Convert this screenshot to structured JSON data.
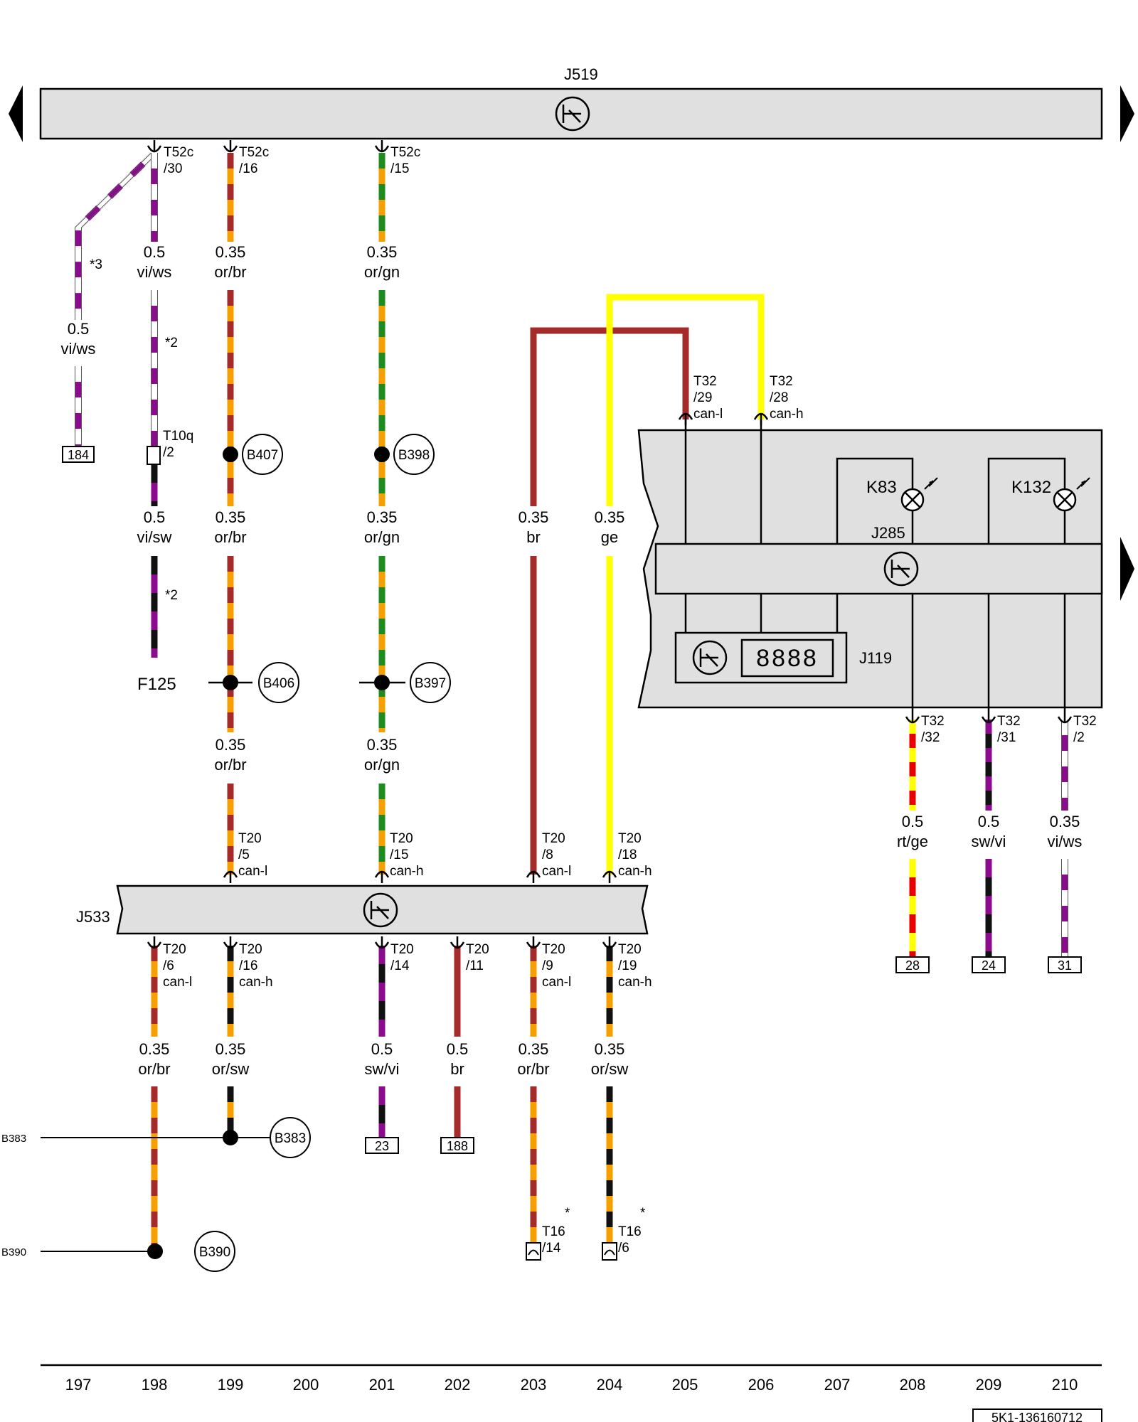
{
  "modules": {
    "j519": "J519",
    "j533": "J533",
    "j285": "J285",
    "j119": "J119",
    "k83": "K83",
    "k132": "K132",
    "f125": "F125",
    "display_digits": "8888"
  },
  "wire_labels": [
    {
      "id": "w197",
      "size": "0.5",
      "color": "vi/ws"
    },
    {
      "id": "w198a",
      "size": "0.5",
      "color": "vi/ws"
    },
    {
      "id": "w199a",
      "size": "0.35",
      "color": "or/br"
    },
    {
      "id": "w201a",
      "size": "0.35",
      "color": "or/gn"
    },
    {
      "id": "w198b",
      "size": "0.5",
      "color": "vi/sw"
    },
    {
      "id": "w199b",
      "size": "0.35",
      "color": "or/br"
    },
    {
      "id": "w201b",
      "size": "0.35",
      "color": "or/gn"
    },
    {
      "id": "w203a",
      "size": "0.35",
      "color": "br"
    },
    {
      "id": "w204a",
      "size": "0.35",
      "color": "ge"
    },
    {
      "id": "w199c",
      "size": "0.35",
      "color": "or/br"
    },
    {
      "id": "w201c",
      "size": "0.35",
      "color": "or/gn"
    },
    {
      "id": "w208",
      "size": "0.5",
      "color": "rt/ge"
    },
    {
      "id": "w209",
      "size": "0.5",
      "color": "sw/vi"
    },
    {
      "id": "w210",
      "size": "0.35",
      "color": "vi/ws"
    },
    {
      "id": "w198d",
      "size": "0.35",
      "color": "or/br"
    },
    {
      "id": "w199d",
      "size": "0.35",
      "color": "or/sw"
    },
    {
      "id": "w201d",
      "size": "0.5",
      "color": "sw/vi"
    },
    {
      "id": "w202d",
      "size": "0.5",
      "color": "br"
    },
    {
      "id": "w203d",
      "size": "0.35",
      "color": "or/br"
    },
    {
      "id": "w204d",
      "size": "0.35",
      "color": "or/sw"
    }
  ],
  "connectors": [
    {
      "id": "c1",
      "l1": "T52c",
      "l2": "/30",
      "l3": ""
    },
    {
      "id": "c2",
      "l1": "T52c",
      "l2": "/16",
      "l3": ""
    },
    {
      "id": "c3",
      "l1": "T52c",
      "l2": "/15",
      "l3": ""
    },
    {
      "id": "c4",
      "l1": "T32",
      "l2": "/29",
      "l3": "can-l"
    },
    {
      "id": "c5",
      "l1": "T32",
      "l2": "/28",
      "l3": "can-h"
    },
    {
      "id": "c6",
      "l1": "T10q",
      "l2": "/2",
      "l3": ""
    },
    {
      "id": "c7",
      "l1": "T20",
      "l2": "/5",
      "l3": "can-l"
    },
    {
      "id": "c8",
      "l1": "T20",
      "l2": "/15",
      "l3": "can-h"
    },
    {
      "id": "c9",
      "l1": "T20",
      "l2": "/8",
      "l3": "can-l"
    },
    {
      "id": "c10",
      "l1": "T20",
      "l2": "/18",
      "l3": "can-h"
    },
    {
      "id": "c11",
      "l1": "T32",
      "l2": "/32",
      "l3": ""
    },
    {
      "id": "c12",
      "l1": "T32",
      "l2": "/31",
      "l3": ""
    },
    {
      "id": "c13",
      "l1": "T32",
      "l2": "/2",
      "l3": ""
    },
    {
      "id": "c14",
      "l1": "T20",
      "l2": "/6",
      "l3": "can-l"
    },
    {
      "id": "c15",
      "l1": "T20",
      "l2": "/16",
      "l3": "can-h"
    },
    {
      "id": "c16",
      "l1": "T20",
      "l2": "/14",
      "l3": ""
    },
    {
      "id": "c17",
      "l1": "T20",
      "l2": "/11",
      "l3": ""
    },
    {
      "id": "c18",
      "l1": "T20",
      "l2": "/9",
      "l3": "can-l"
    },
    {
      "id": "c19",
      "l1": "T20",
      "l2": "/19",
      "l3": "can-h"
    },
    {
      "id": "c20",
      "l1": "T16",
      "l2": "/14",
      "l3": ""
    },
    {
      "id": "c21",
      "l1": "T16",
      "l2": "/6",
      "l3": ""
    }
  ],
  "nodes": [
    "B407",
    "B398",
    "B406",
    "B397",
    "B383",
    "B390"
  ],
  "side_labels": {
    "b383": "B383",
    "b390": "B390"
  },
  "refs": [
    "184",
    "28",
    "24",
    "31",
    "23",
    "188"
  ],
  "footnotes": [
    "*3",
    "*2",
    "*2",
    "*",
    "*"
  ],
  "columns": [
    "197",
    "198",
    "199",
    "200",
    "201",
    "202",
    "203",
    "204",
    "205",
    "206",
    "207",
    "208",
    "209",
    "210"
  ],
  "doc_id": "5K1-136160712",
  "colors": {
    "vi": "#8B0A8E",
    "ws": "#ffffff",
    "or": "#F5A000",
    "br": "#A52A2A",
    "gn": "#1E8B1E",
    "sw": "#111111",
    "ge": "#FFFF00",
    "rt": "#E60000",
    "module_fill": "#E0E0E0"
  }
}
